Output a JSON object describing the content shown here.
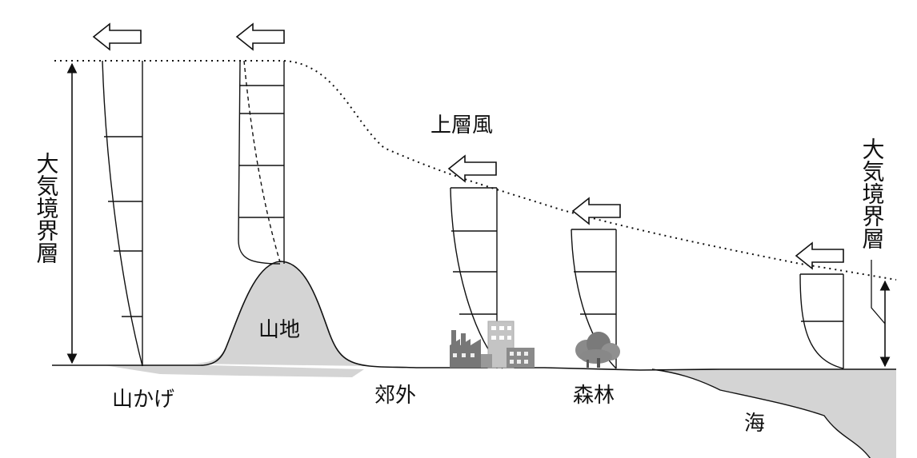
{
  "labels": {
    "upper_wind": "上層風",
    "mountain": "山地",
    "mountain_shadow": "山かげ",
    "suburb": "郊外",
    "forest": "森林",
    "sea": "海",
    "boundary_layer_left": "大気境界層",
    "boundary_layer_right": "大気境界層"
  },
  "colors": {
    "terrain_fill": "#d4d4d4",
    "line": "#111111",
    "building": "#777777",
    "tree": "#8a8a8a"
  },
  "icons": {
    "wind_arrow": "left-arrow-outline",
    "city": "factory-and-buildings",
    "forest": "tree-clump"
  }
}
